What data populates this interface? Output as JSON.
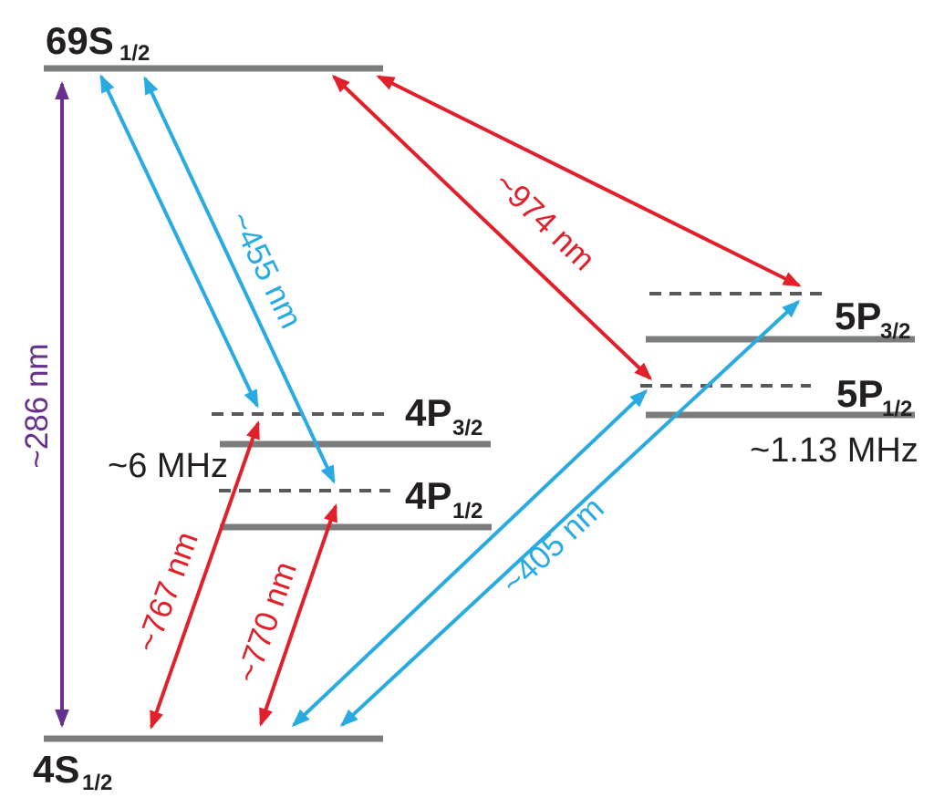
{
  "diagram": {
    "levels": [
      {
        "name": "69S",
        "sub": "1/2"
      },
      {
        "name": "4S",
        "sub": "1/2"
      },
      {
        "name": "4P",
        "sub": "3/2"
      },
      {
        "name": "4P",
        "sub": "1/2"
      },
      {
        "name": "5P",
        "sub": "3/2"
      },
      {
        "name": "5P",
        "sub": "1/2"
      }
    ],
    "transitions": [
      {
        "label": "~286 nm",
        "color_name": "purple"
      },
      {
        "label": "~455 nm",
        "color_name": "cyan"
      },
      {
        "label": "~974 nm",
        "color_name": "red"
      },
      {
        "label": "~767 nm",
        "color_name": "red"
      },
      {
        "label": "~770 nm",
        "color_name": "red"
      },
      {
        "label": "~405 nm",
        "color_name": "cyan"
      }
    ],
    "annotations": [
      {
        "label": "~6 MHz"
      },
      {
        "label": "~1.13 MHz"
      }
    ]
  },
  "colors": {
    "red": "#e0202a",
    "cyan": "#29abe2",
    "purple": "#67308f",
    "level": "#7b7c7e",
    "dash": "#58595b",
    "ink": "#231f20",
    "bg": "#ffffff"
  }
}
